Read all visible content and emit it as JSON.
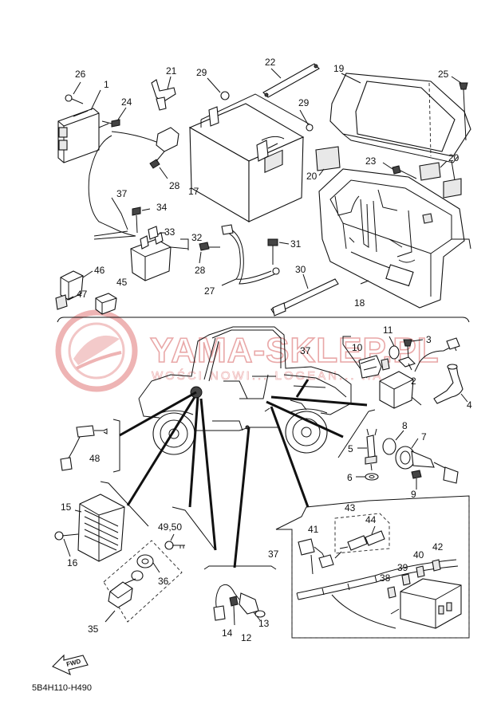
{
  "watermark": {
    "title": "YAMA-SKLEP.PL",
    "subtitle": "WOŚCI NOWI... LOGEAN... HA"
  },
  "drawing_code": "5B4H110-H490",
  "fwd_label": "FWD",
  "callouts": {
    "p1": "1",
    "p2": "2",
    "p3": "3",
    "p4": "4",
    "p5": "5",
    "p6": "6",
    "p7": "7",
    "p8": "8",
    "p9": "9",
    "p10": "10",
    "p11": "11",
    "p12": "12",
    "p13": "13",
    "p14": "14",
    "p15": "15",
    "p16": "16",
    "p17": "17",
    "p18": "18",
    "p19": "19",
    "p20a": "20",
    "p20b": "20",
    "p21": "21",
    "p22": "22",
    "p23": "23",
    "p24": "24",
    "p25": "25",
    "p26": "26",
    "p27": "27",
    "p28a": "28",
    "p28b": "28",
    "p29a": "29",
    "p29b": "29",
    "p30": "30",
    "p31": "31",
    "p32": "32",
    "p33": "33",
    "p34": "34",
    "p35": "35",
    "p36": "36",
    "p37a": "37",
    "p37b": "37",
    "p37c": "37",
    "p38": "38",
    "p39": "39",
    "p40": "40",
    "p41": "41",
    "p42": "42",
    "p43": "43",
    "p44": "44",
    "p45": "45",
    "p46": "46",
    "p47": "47",
    "p48": "48",
    "p4950": "49,50"
  }
}
